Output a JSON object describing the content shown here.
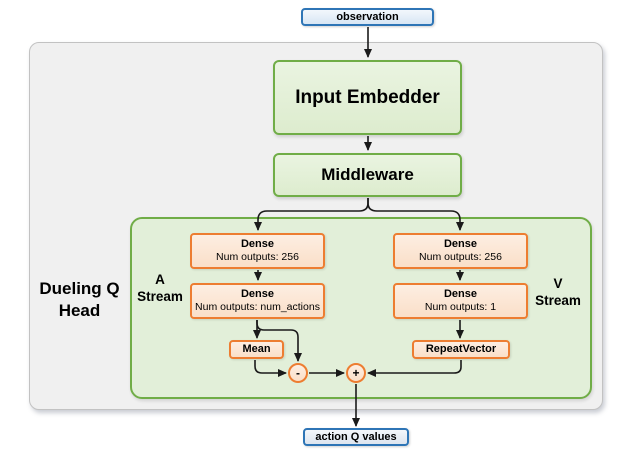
{
  "title": "Dueling Q Head architecture diagram",
  "nodes": {
    "observation": {
      "label": "observation"
    },
    "input_embedder": {
      "label": "Input Embedder"
    },
    "middleware": {
      "label": "Middleware"
    },
    "dense_a1": {
      "title": "Dense",
      "subtitle": "Num outputs: 256"
    },
    "dense_a2": {
      "title": "Dense",
      "subtitle": "Num outputs: num_actions"
    },
    "dense_v1": {
      "title": "Dense",
      "subtitle": "Num outputs: 256"
    },
    "dense_v2": {
      "title": "Dense",
      "subtitle": "Num outputs: 1"
    },
    "mean": {
      "label": "Mean"
    },
    "repeat_vector": {
      "label": "RepeatVector"
    },
    "minus_junction": {
      "label": "-"
    },
    "plus_junction": {
      "label": "+"
    },
    "action_q_values": {
      "label": "action Q values"
    }
  },
  "labels": {
    "dueling_q_head": {
      "line1": "Dueling Q",
      "line2": "Head"
    },
    "a_stream": {
      "line1": "A",
      "line2": "Stream"
    },
    "v_stream": {
      "line1": "V",
      "line2": "Stream"
    }
  },
  "colors": {
    "blue_border": "#2E75B6",
    "blue_fill": "#DEEBF7",
    "green_border": "#70AD47",
    "green_fill": "#E2EFD9",
    "orange_border": "#ED7D31",
    "orange_fill": "#FBE5D6",
    "outer_container_fill": "#F0F0F0",
    "outer_container_border": "#C2C2C2",
    "arrow": "#1A1A1A"
  }
}
